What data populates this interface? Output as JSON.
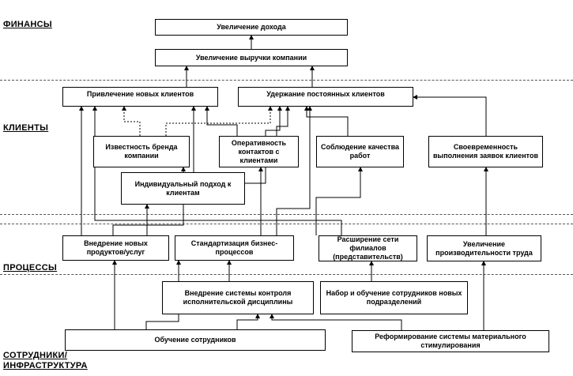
{
  "perspectives": {
    "finance": "ФИНАНСЫ",
    "clients": "КЛИЕНТЫ",
    "processes": "ПРОЦЕССЫ",
    "staff_line1": "СОТРУДНИКИ/",
    "staff_line2": "ИНФРАСТРУКТУРА"
  },
  "nodes": {
    "income": "Увеличение дохода",
    "revenue": "Увеличение выручки компании",
    "attract": "Привлечение новых клиентов",
    "retain": "Удержание постоянных клиентов",
    "brand": "Известность бренда компании",
    "responsiveness": "Оперативность контактов с клиентами",
    "quality": "Соблюдение качества работ",
    "timeliness": "Своевременность выполнения заявок клиентов",
    "individual": "Индивидуальный подход к клиентам",
    "new_products": "Внедрение новых продуктов/услуг",
    "standardization": "Стандартизация бизнес-процессов",
    "branches": "Расширение сети филиалов (представительств)",
    "productivity": "Увеличение производительности труда",
    "control_system": "Внедрение системы контроля исполнительской дисциплины",
    "recruitment": "Набор и обучение сотрудников новых подразделений",
    "training": "Обучение сотрудников",
    "reform": "Реформирование системы материального стимулирования"
  }
}
